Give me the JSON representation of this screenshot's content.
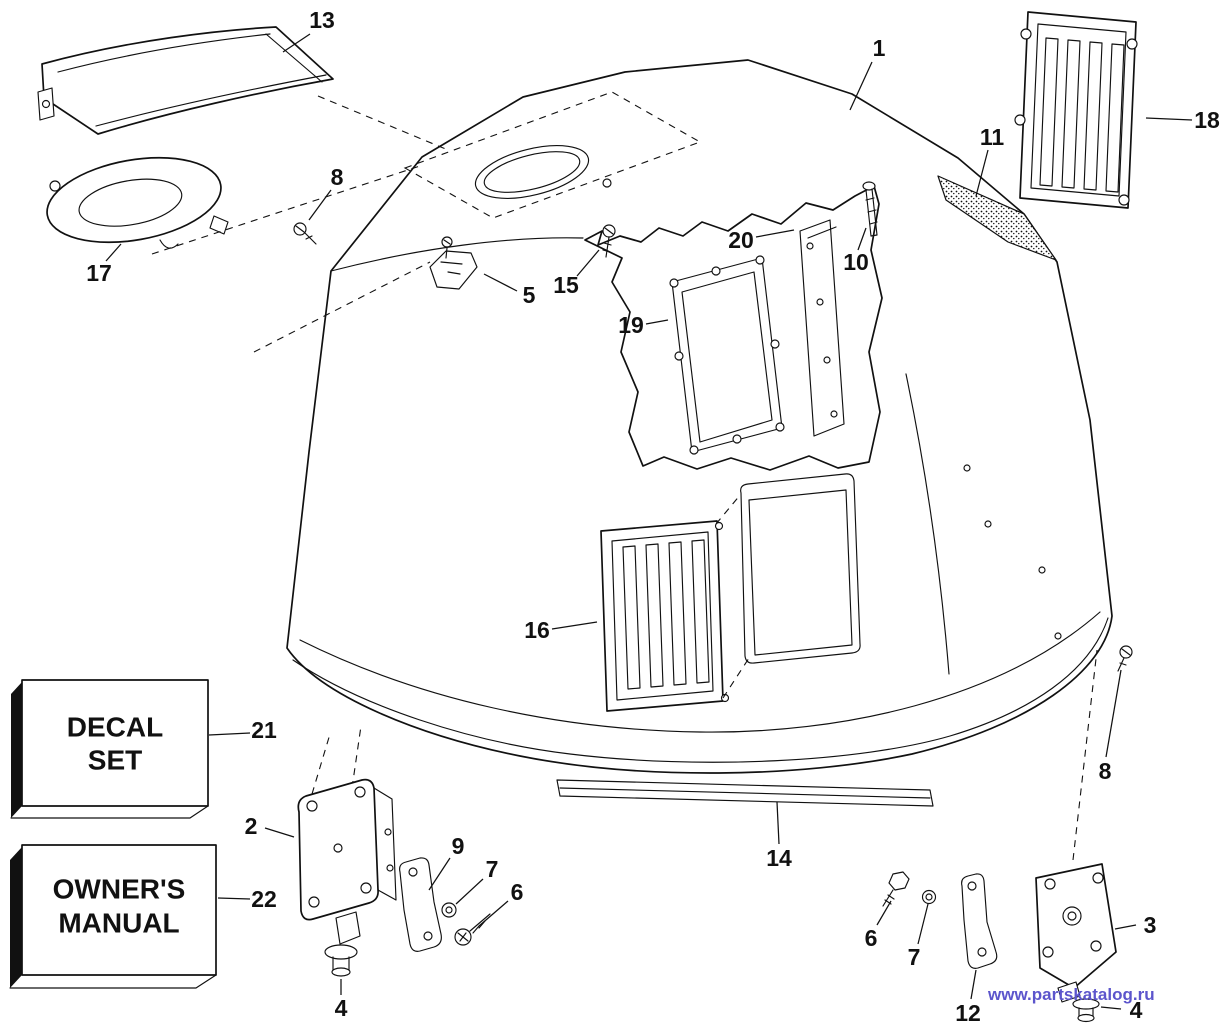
{
  "colors": {
    "background": "#ffffff",
    "ink": "#111111"
  },
  "watermark": {
    "text": "www.partskatalog.ru",
    "color": "#5c55cc"
  },
  "boxes": {
    "decal_set": {
      "line1": "DECAL",
      "line2": "SET"
    },
    "owners_manual": {
      "line1": "OWNER'S",
      "line2": "MANUAL"
    }
  },
  "callouts": [
    {
      "label": "1"
    },
    {
      "label": "2"
    },
    {
      "label": "3"
    },
    {
      "label": "4"
    },
    {
      "label": "4"
    },
    {
      "label": "5"
    },
    {
      "label": "6"
    },
    {
      "label": "6"
    },
    {
      "label": "7"
    },
    {
      "label": "7"
    },
    {
      "label": "8"
    },
    {
      "label": "8"
    },
    {
      "label": "9"
    },
    {
      "label": "10"
    },
    {
      "label": "11"
    },
    {
      "label": "12"
    },
    {
      "label": "13"
    },
    {
      "label": "14"
    },
    {
      "label": "15"
    },
    {
      "label": "16"
    },
    {
      "label": "17"
    },
    {
      "label": "18"
    },
    {
      "label": "19"
    },
    {
      "label": "20"
    },
    {
      "label": "21"
    },
    {
      "label": "22"
    }
  ]
}
